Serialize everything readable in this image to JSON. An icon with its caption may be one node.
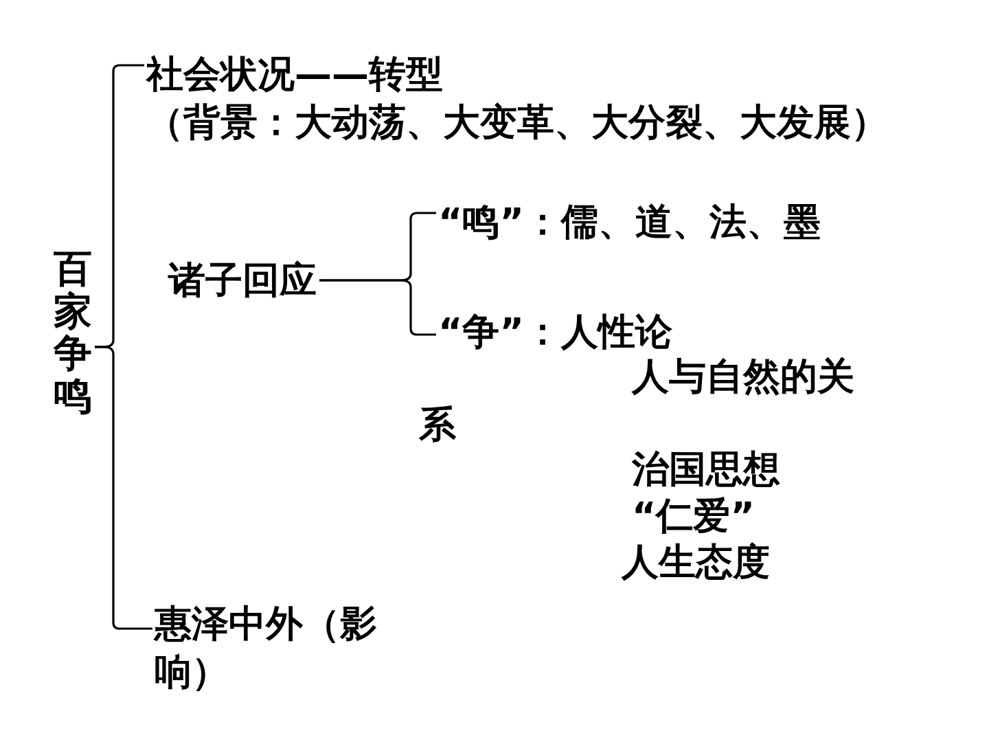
{
  "diagram": {
    "nodes": [
      {
        "text": [
          "百家争鸣"
        ]
      },
      {
        "text": [
          "社会状况——转型",
          "（背景：大动荡、大变革、大分裂、大发展）"
        ]
      },
      {
        "text": [
          "诸子回应"
        ]
      },
      {
        "text": [
          "惠泽中外（影响）"
        ]
      },
      {
        "text": [
          "“鸣”：儒、道、法、墨"
        ]
      },
      {
        "text": [
          "“争”：人性论"
        ],
        "beside": [
          "人与自然的关系",
          "治国思想",
          "“仁爱”",
          "人生态度"
        ]
      }
    ],
    "edges": [
      {
        "from": 0,
        "to": 1,
        "arrow": "none"
      },
      {
        "from": 0,
        "to": 3,
        "arrow": "none"
      },
      {
        "from": 2,
        "to": 4,
        "arrow": "none"
      },
      {
        "from": 2,
        "to": 5,
        "arrow": "none"
      }
    ]
  }
}
